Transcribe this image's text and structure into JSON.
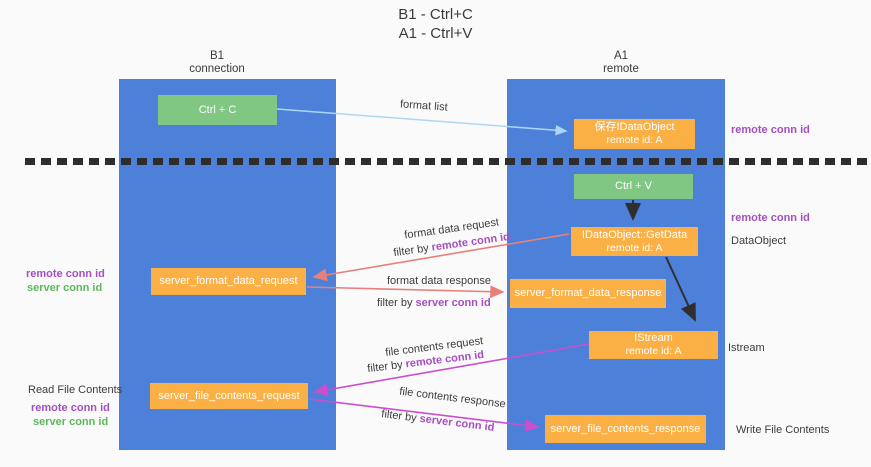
{
  "title": {
    "line1": "B1 - Ctrl+C",
    "line2": "A1 - Ctrl+V"
  },
  "columns": {
    "left": {
      "name": "B1",
      "role": "connection"
    },
    "right": {
      "name": "A1",
      "role": "remote"
    }
  },
  "boxes": {
    "ctrl_c": {
      "label": "Ctrl + C"
    },
    "save_idataobject": {
      "line1": "保存IDataObject",
      "line2": "remote id: A"
    },
    "ctrl_v": {
      "label": "Ctrl + V"
    },
    "getdata": {
      "line1": "IDataObject::GetData",
      "line2": "remote id: A"
    },
    "server_format_data_request": {
      "label": "server_format_data_request"
    },
    "server_format_data_response": {
      "label": "server_format_data_response"
    },
    "istream": {
      "line1": "IStream",
      "line2": "remote id: A"
    },
    "server_file_contents_request": {
      "label": "server_file_contents_request"
    },
    "server_file_contents_response": {
      "label": "server_file_contents_response"
    }
  },
  "left_labels": {
    "format_remote": "remote conn id",
    "format_server": "server conn id",
    "read_title": "Read File Contents",
    "file_remote": "remote conn id",
    "file_server": "server conn id"
  },
  "right_labels": {
    "save_conn": "remote conn id",
    "getdata_conn": "remote conn id",
    "dataobject": "DataObject",
    "istream": "Istream",
    "write_title": "Write File Contents"
  },
  "arrow_labels": {
    "format_list": "format list",
    "format_request": {
      "text": "format data request",
      "filter_prefix": "filter by ",
      "filter_key": "remote conn id"
    },
    "format_response": {
      "text": "format data response",
      "filter_prefix": "filter by ",
      "filter_key": "server conn id"
    },
    "file_request": {
      "text": "file contents request",
      "filter_prefix": "filter by ",
      "filter_key": "remote conn id"
    },
    "file_response": {
      "text": "file contents response",
      "filter_prefix": "filter by ",
      "filter_key": "server conn id"
    }
  },
  "colors": {
    "column_blue": "#4d81d9",
    "box_green": "#7fc783",
    "box_orange": "#fbb045",
    "purple_text": "#a44fc0",
    "green_text": "#5cb85c",
    "salmon_arrow": "#e8807a",
    "magenta_arrow": "#cc4ecc",
    "lightblue_arrow": "#aed6f2",
    "black_arrow": "#2f2f2f"
  }
}
